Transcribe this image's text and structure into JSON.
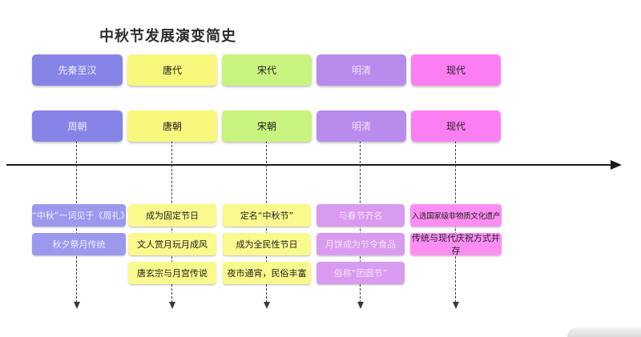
{
  "title": "中秋节发展演变简史",
  "palette": {
    "col1_main": "#8784e8",
    "col1_light": "#9b98ee",
    "col2_main": "#f8f87c",
    "col2_light": "#f9f98d",
    "col3_main": "#c9f37f",
    "col3_light": "#f9f98d",
    "col4_main": "#b78ced",
    "col4_light": "#d99bef",
    "col5_main": "#fb7ef2",
    "col5_light": "#fc8ef3",
    "axis": "#1b1b1b"
  },
  "columns": [
    {
      "era_label": "先秦至汉",
      "period_label": "周朝",
      "events": [
        "“中秋”一词见于《周礼》",
        "秋夕祭月传统"
      ]
    },
    {
      "era_label": "唐代",
      "period_label": "唐朝",
      "events": [
        "成为固定节日",
        "文人赏月玩月成风",
        "唐玄宗与月宫传说"
      ]
    },
    {
      "era_label": "宋代",
      "period_label": "宋朝",
      "events": [
        "定名“中秋节”",
        "成为全民性节日",
        "夜市通宵，民俗丰富"
      ]
    },
    {
      "era_label": "明清",
      "period_label": "明清",
      "events": [
        "与春节齐名",
        "月饼成为节令食品",
        "俗称“团圆节”"
      ]
    },
    {
      "era_label": "现代",
      "period_label": "现代",
      "events": [
        "入选国家级非物质文化遗产",
        "传统与现代庆祝方式并存"
      ]
    }
  ]
}
